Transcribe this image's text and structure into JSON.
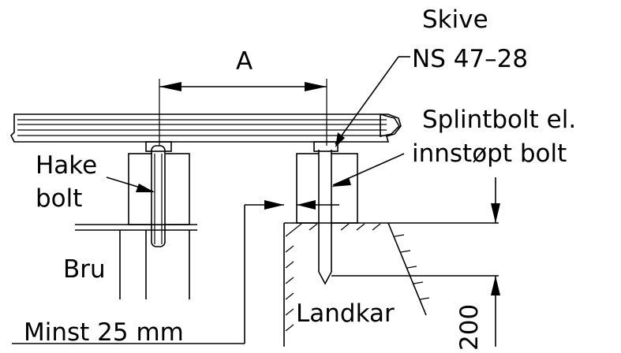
{
  "labels": {
    "dimension_a": "A",
    "washer_title": "Skive",
    "washer_standard": "NS 47–28",
    "bolt_type_line1": "Splintbolt el.",
    "bolt_type_line2": "innstøpt bolt",
    "hook_bolt_line1": "Hake",
    "hook_bolt_line2": "bolt",
    "bridge": "Bru",
    "abutment": "Landkar",
    "min_distance": "Minst 25 mm",
    "height_dim": "200"
  }
}
